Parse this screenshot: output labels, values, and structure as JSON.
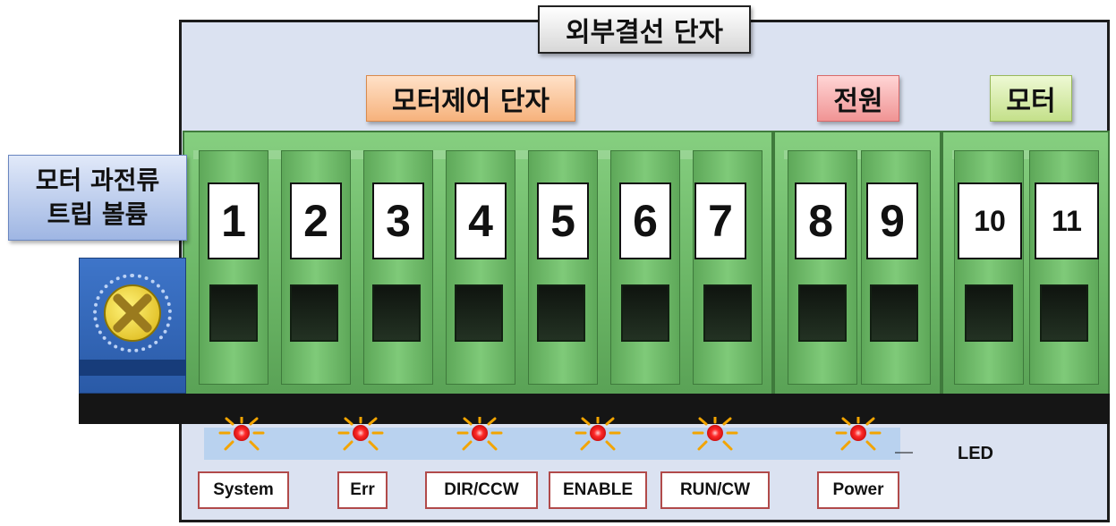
{
  "titles": {
    "external_terminal": "외부결선 단자",
    "motor_control_terminal": "모터제어 단자",
    "power": "전원",
    "motor": "모터",
    "trip_volume_line1": "모터 과전류",
    "trip_volume_line2": "트립 볼륨"
  },
  "terminals": [
    "1",
    "2",
    "3",
    "4",
    "5",
    "6",
    "7",
    "8",
    "9",
    "10",
    "11"
  ],
  "led": {
    "callout": "LED",
    "labels": [
      "System",
      "Err",
      "DIR/CCW",
      "ENABLE",
      "RUN/CW",
      "Power"
    ]
  },
  "colors": {
    "terminal_green": "#6ab565",
    "led_red": "#ff2a2a",
    "led_ray": "#f2a400",
    "label_border": "#b14a4a",
    "knob_blue": "#2a5aa7",
    "knob_yellow": "#e8c91e"
  }
}
